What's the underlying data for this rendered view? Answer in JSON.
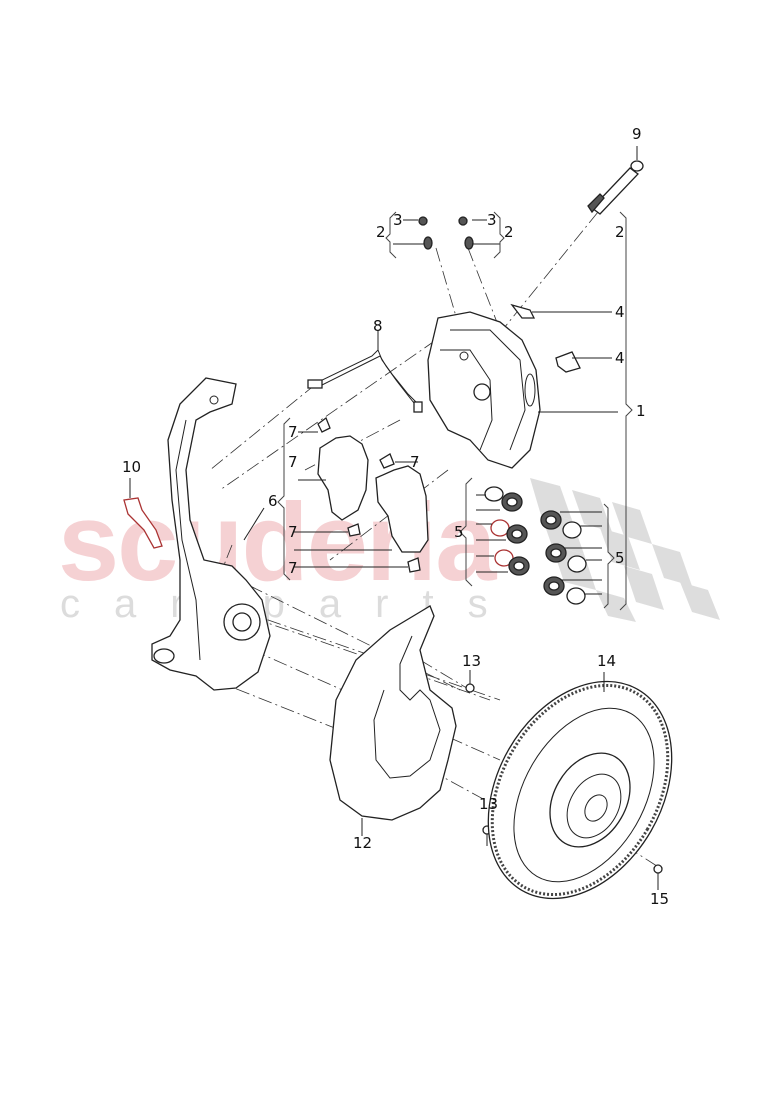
{
  "watermark": {
    "main": "scuderia",
    "sub": "car parts",
    "main_color": "#f4c9cc",
    "sub_color": "#dcdcdc",
    "flag_color": "#d8d8d8"
  },
  "diagram": {
    "type": "exploded parts diagram",
    "subject": "front brake assembly",
    "callouts": [
      {
        "id": "c9",
        "num": "9",
        "part": "bolt"
      },
      {
        "id": "c3a",
        "num": "3",
        "part": "bleeder cap (left)"
      },
      {
        "id": "c3b",
        "num": "3",
        "part": "bleeder cap (right)"
      },
      {
        "id": "c2a",
        "num": "2",
        "part": "bleeder valve group (left)"
      },
      {
        "id": "c2b",
        "num": "2",
        "part": "bleeder valve group (right)"
      },
      {
        "id": "c2c",
        "num": "2",
        "part": "caliper group reference"
      },
      {
        "id": "c4a",
        "num": "4",
        "part": "clip"
      },
      {
        "id": "c4b",
        "num": "4",
        "part": "clip"
      },
      {
        "id": "c1",
        "num": "1",
        "part": "brake caliper"
      },
      {
        "id": "c8",
        "num": "8",
        "part": "wear indicator sensor"
      },
      {
        "id": "c7a",
        "num": "7",
        "part": "pad clip"
      },
      {
        "id": "c7b",
        "num": "7",
        "part": "pad clip"
      },
      {
        "id": "c7c",
        "num": "7",
        "part": "pad clip"
      },
      {
        "id": "c7d",
        "num": "7",
        "part": "pad clip"
      },
      {
        "id": "c7e",
        "num": "7",
        "part": "pad clip"
      },
      {
        "id": "c6",
        "num": "6",
        "part": "brake pad set"
      },
      {
        "id": "c10",
        "num": "10",
        "part": "bracket"
      },
      {
        "id": "c5a",
        "num": "5",
        "part": "seal kit (left)"
      },
      {
        "id": "c5b",
        "num": "5",
        "part": "seal kit (right)"
      },
      {
        "id": "c13a",
        "num": "13",
        "part": "screw"
      },
      {
        "id": "c13b",
        "num": "13",
        "part": "screw"
      },
      {
        "id": "c12",
        "num": "12",
        "part": "splash shield"
      },
      {
        "id": "c14",
        "num": "14",
        "part": "brake disc"
      },
      {
        "id": "c15",
        "num": "15",
        "part": "screw"
      }
    ]
  }
}
